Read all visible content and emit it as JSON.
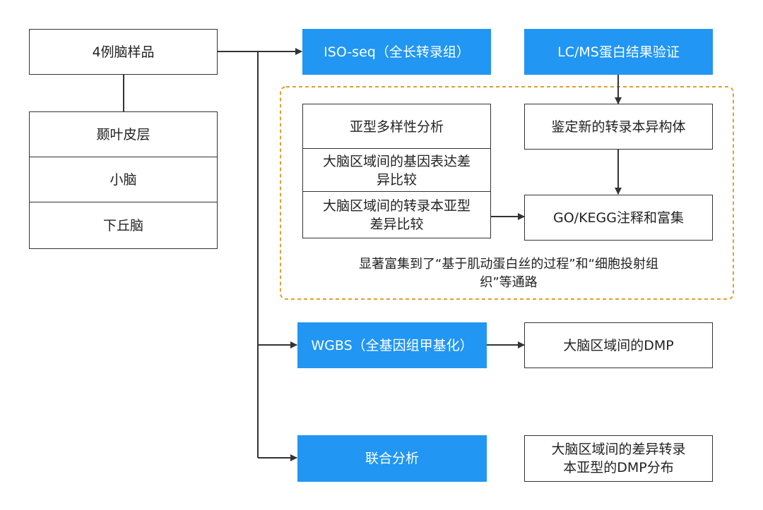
{
  "colors": {
    "accent": "#2196f3",
    "line": "#333333",
    "dashed_frame": "#e0a030"
  },
  "samples": {
    "title": "4例脑样品",
    "regions": [
      "颞叶皮层",
      "小脑",
      "下丘脑"
    ]
  },
  "methods": {
    "iso_seq": "ISO-seq（全长转录组）",
    "lcms": "LC/MS蛋白结果验证",
    "wgbs": "WGBS（全基因组甲基化）",
    "joint": "联合分析"
  },
  "iso_analysis": {
    "items": [
      "亚型多样性分析",
      "大脑区域间的基因表达差异比较",
      "大脑区域间的转录本亚型差异比较"
    ],
    "novel": "鉴定新的转录本异构体",
    "go_kegg": "GO/KEGG注释和富集",
    "enrichment_note": "显著富集到了“基于肌动蛋白丝的过程”和“细胞投射组织”等通路"
  },
  "wgbs_result": "大脑区域间的DMP",
  "joint_result": "大脑区域间的差异转录本亚型的DMP分布"
}
